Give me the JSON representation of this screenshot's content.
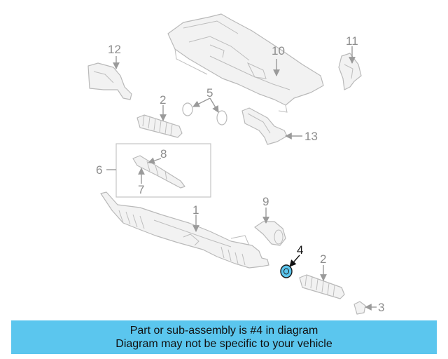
{
  "callouts": {
    "c1": "1",
    "c2a": "2",
    "c2b": "2",
    "c3": "3",
    "c4": "4",
    "c5": "5",
    "c6": "6",
    "c7": "7",
    "c8": "8",
    "c9": "9",
    "c10": "10",
    "c11": "11",
    "c12": "12",
    "c13": "13"
  },
  "highlight": {
    "callout": "4",
    "color": "#5bc6ee"
  },
  "banner": {
    "line1": "Part or sub-assembly is #4 in diagram",
    "line2": "Diagram may not be specific to your vehicle",
    "color": "#5bc6ee"
  }
}
